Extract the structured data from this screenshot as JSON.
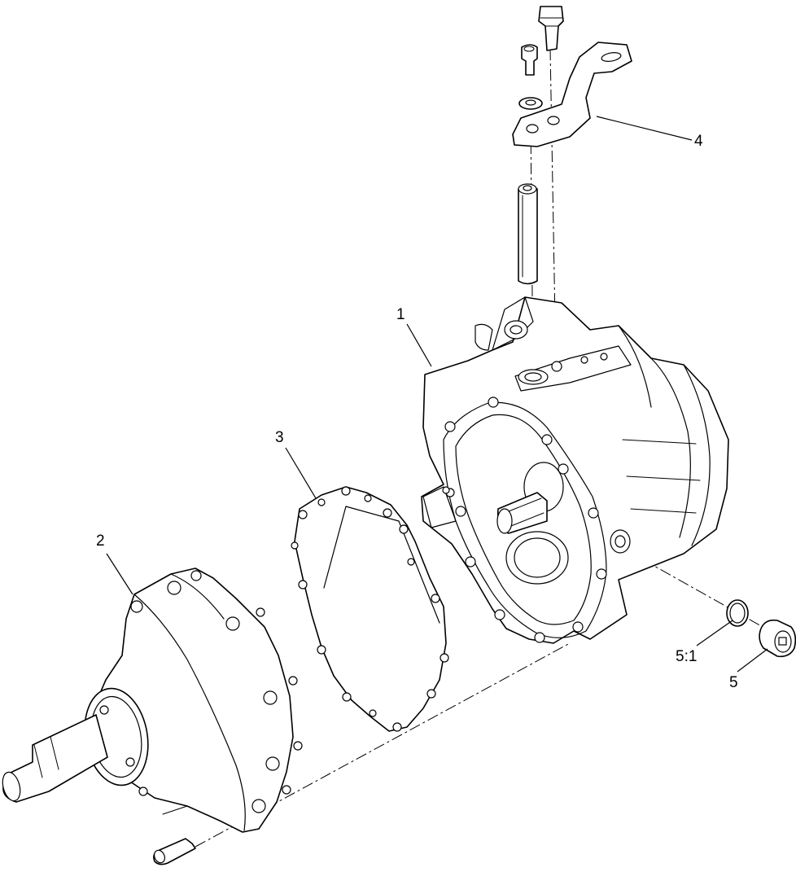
{
  "callouts": [
    {
      "id": "1",
      "label": "1"
    },
    {
      "id": "2",
      "label": "2"
    },
    {
      "id": "3",
      "label": "3"
    },
    {
      "id": "4",
      "label": "4"
    },
    {
      "id": "5-1",
      "label": "5:1"
    },
    {
      "id": "5",
      "label": "5"
    }
  ]
}
